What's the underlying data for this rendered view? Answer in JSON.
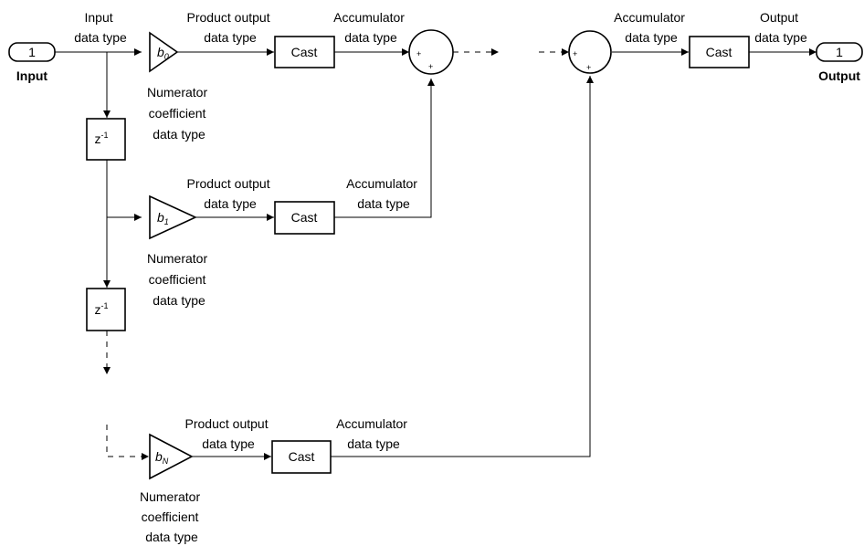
{
  "ports": {
    "input_number": "1",
    "input_label": "Input",
    "output_number": "1",
    "output_label": "Output"
  },
  "labels": {
    "input_type": [
      "Input",
      "data type"
    ],
    "product_output": [
      "Product output",
      "data type"
    ],
    "accumulator": [
      "Accumulator",
      "data type"
    ],
    "output_type": [
      "Output",
      "data type"
    ],
    "numerator_coeff": [
      "Numerator",
      "coefficient",
      "data type"
    ]
  },
  "blocks": {
    "cast": "Cast",
    "delay": "z",
    "delay_exp": "-1",
    "gain_symbol": "b",
    "gain_subscripts": [
      "0",
      "1",
      "N"
    ],
    "sum_sign": "+"
  }
}
